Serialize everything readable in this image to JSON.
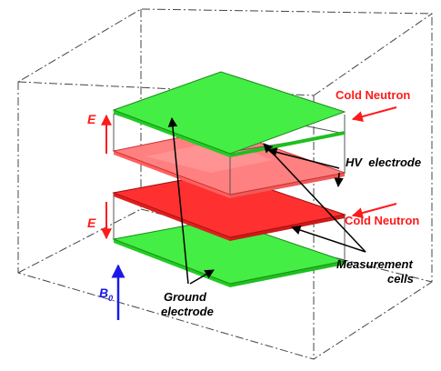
{
  "labels": {
    "cold_neutron_top": "Cold Neutron",
    "cold_neutron_bottom": "Cold Neutron",
    "hv_electrode": "HV  electrode",
    "measurement_cells_line1": "Measurement",
    "measurement_cells_line2": "cells",
    "ground_electrode_line1": "Ground",
    "ground_electrode_line2": "electrode",
    "e_field_top": "E",
    "e_field_bottom": "E",
    "b0_symbol": "B",
    "b0_subscript": "0"
  },
  "colors": {
    "ground_electrode_fill": "#33ee33",
    "hv_electrode_fill": "#ff3333",
    "hv_electrode_top_fill": "#ff8080",
    "label_red": "#ff1a1a",
    "b0_arrow": "#1a1ae6"
  }
}
